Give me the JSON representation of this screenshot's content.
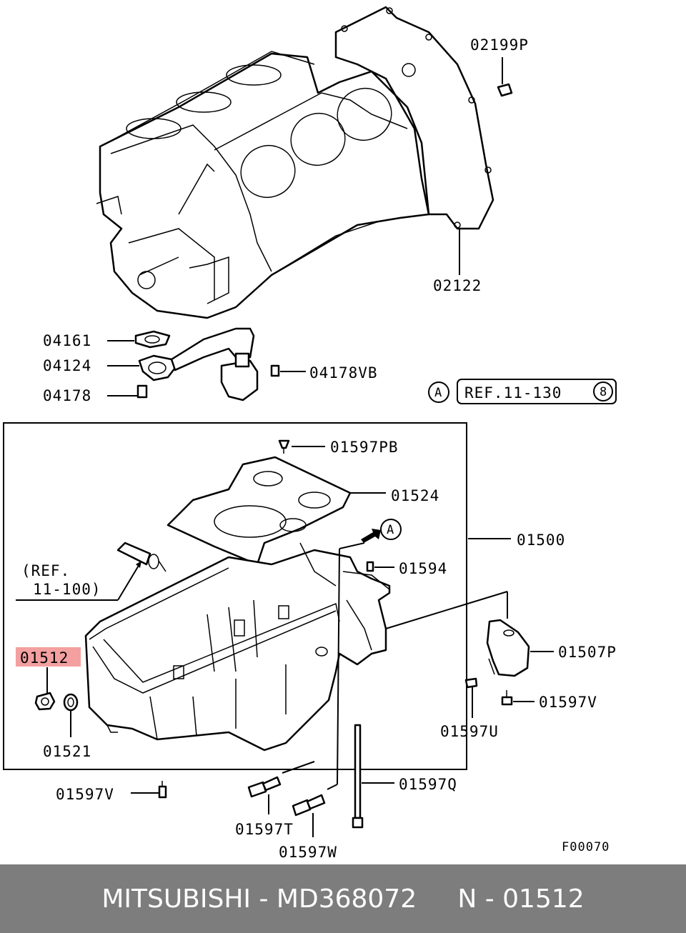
{
  "labels": {
    "p02199P": "02199P",
    "p02122": "02122",
    "p04161": "04161",
    "p04124": "04124",
    "p04178": "04178",
    "p04178VB": "04178VB",
    "p01597PB": "01597PB",
    "p01524": "01524",
    "p01500": "01500",
    "p01594": "01594",
    "p01507P": "01507P",
    "p01597V_right": "01597V",
    "p01597U": "01597U",
    "p01512": "01512",
    "p01521": "01521",
    "p01597V_left": "01597V",
    "p01597T": "01597T",
    "p01597W": "01597W",
    "p01597Q": "01597Q",
    "ref_100_line1": "(REF.",
    "ref_100_line2": "11-100)",
    "ref_130": "REF.11-130",
    "ref_130_num": "8",
    "marker_a": "A",
    "figure_code": "F00070"
  },
  "highlight": {
    "part": "01512",
    "color": "#f4a0a0"
  },
  "footer": {
    "text": "MITSUBISHI - MD368072     N - 01512",
    "background": "#7d7d7d"
  }
}
